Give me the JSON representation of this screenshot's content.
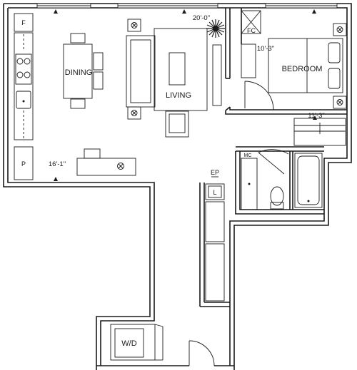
{
  "rooms": {
    "dining": "DINING",
    "living": "LIVING",
    "bedroom": "BEDROOM"
  },
  "dimensions": {
    "living_width": "20'-0\"",
    "bedroom_width": "10'-3\"",
    "bedroom_depth": "11'-3\"",
    "dining_depth": "16'-1\""
  },
  "fixtures": {
    "fridge": "F",
    "pantry": "P",
    "linen": "L",
    "closet": "FC",
    "medicine_cabinet": "MC",
    "electrical_panel": "EP",
    "laundry": "W/D"
  },
  "icons": [
    "heating-unit-icon",
    "plant-icon",
    "sink-icon",
    "toilet-icon",
    "stove-icon"
  ]
}
